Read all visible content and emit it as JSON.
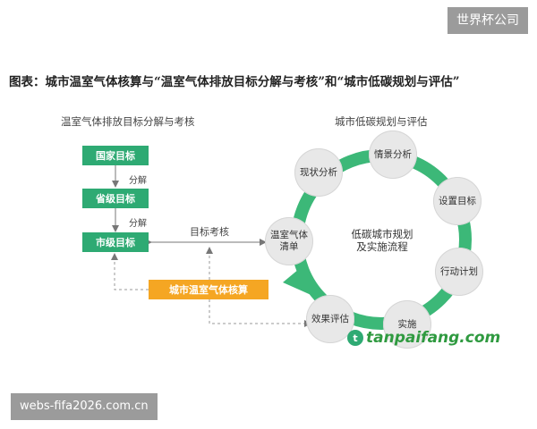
{
  "watermark_top": "世界杯公司",
  "title": "图表：城市温室气体核算与“温室气体排放目标分解与考核”和“城市低碳规划与评估”",
  "left_panel": {
    "title": "温室气体排放目标分解与考核",
    "boxes": [
      "国家目标",
      "省级目标",
      "市级目标"
    ],
    "arrow_labels": [
      "分解",
      "分解"
    ],
    "accounting": "城市温室气体核算"
  },
  "link_label": "目标考核",
  "right_panel": {
    "title": "城市低碳规划与评估",
    "center_line1": "低碳城市规划",
    "center_line2": "及实施流程",
    "nodes": {
      "inventory": "温室气体清单",
      "status": "现状分析",
      "scenario": "情景分析",
      "target": "设置目标",
      "action": "行动计划",
      "implement": "实施",
      "evaluate": "效果评估"
    }
  },
  "logo": {
    "text": "tanpaifang.com"
  },
  "footer": "webs-fifa2026.com.cn",
  "colors": {
    "green": "#2eaa73",
    "orange": "#f5a623",
    "ring": "#3cb878",
    "gray": "#9b9b9b"
  }
}
